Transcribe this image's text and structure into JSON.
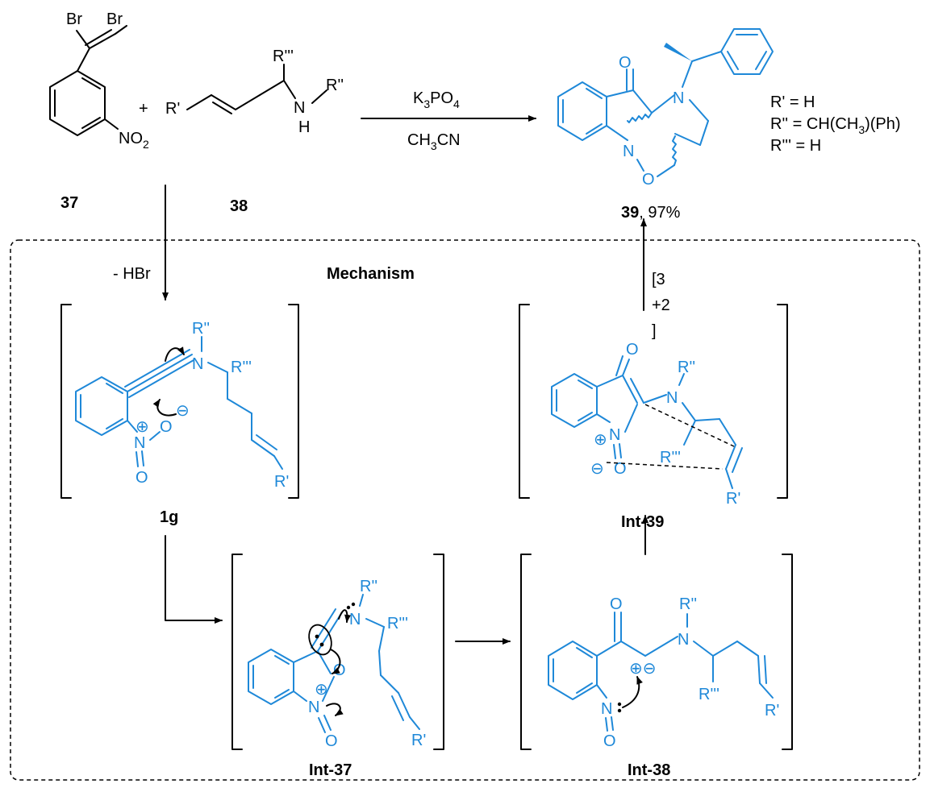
{
  "colors": {
    "black": "#000000",
    "blue": "#1e88d8"
  },
  "compounds": {
    "c37": {
      "label": "37",
      "br1": "Br",
      "br2": "Br",
      "plus": "+",
      "no2": "NO",
      "no2_sub": "2"
    },
    "c38": {
      "label": "38",
      "r1": "R'",
      "r2": "R''",
      "r3": "R'''",
      "n": "N",
      "h": "H"
    },
    "c39": {
      "label": "39",
      "yield": ", 97%",
      "o": "O",
      "n1": "N",
      "n2": "N",
      "o2": "O"
    },
    "c1g": {
      "label": "1g",
      "r2": "R''",
      "r3": "R'''",
      "r1": "R'",
      "n": "N",
      "no_n": "N",
      "no_o1": "O",
      "no_o2": "O",
      "plus": "⊕",
      "minus": "⊖"
    },
    "int37": {
      "label": "Int-37",
      "r2": "R''",
      "r3": "R'''",
      "r1": "R'",
      "n": "N",
      "no_n": "N",
      "no_o1": "O",
      "no_o2": "O",
      "plus": "⊕"
    },
    "int38": {
      "label": "Int-38",
      "o": "O",
      "r2": "R''",
      "r3": "R'''",
      "r1": "R'",
      "n": "N",
      "no_n": "N",
      "no_o": "O",
      "charge": "⊕⊖"
    },
    "int39": {
      "label": "Int-39",
      "o": "O",
      "r2": "R''",
      "r3": "R'''",
      "r1": "R'",
      "n": "N",
      "no_n": "N",
      "no_o": "O",
      "plus": "⊕",
      "minus": "⊖"
    }
  },
  "conditions": {
    "reagent": "K",
    "reagent_sub1": "3",
    "reagent_mid": "PO",
    "reagent_sub2": "4",
    "solvent": "CH",
    "solvent_sub": "3",
    "solvent_end": "CN"
  },
  "substituents": [
    "R' = H",
    "R'' = CH(CH",
    "3",
    ")(Ph)",
    "R''' = H"
  ],
  "mechanism": {
    "title": "Mechanism",
    "minus_hbr": "- HBr",
    "cyclo_1": "[3",
    "cyclo_2": "+2",
    "cyclo_3": "]"
  }
}
